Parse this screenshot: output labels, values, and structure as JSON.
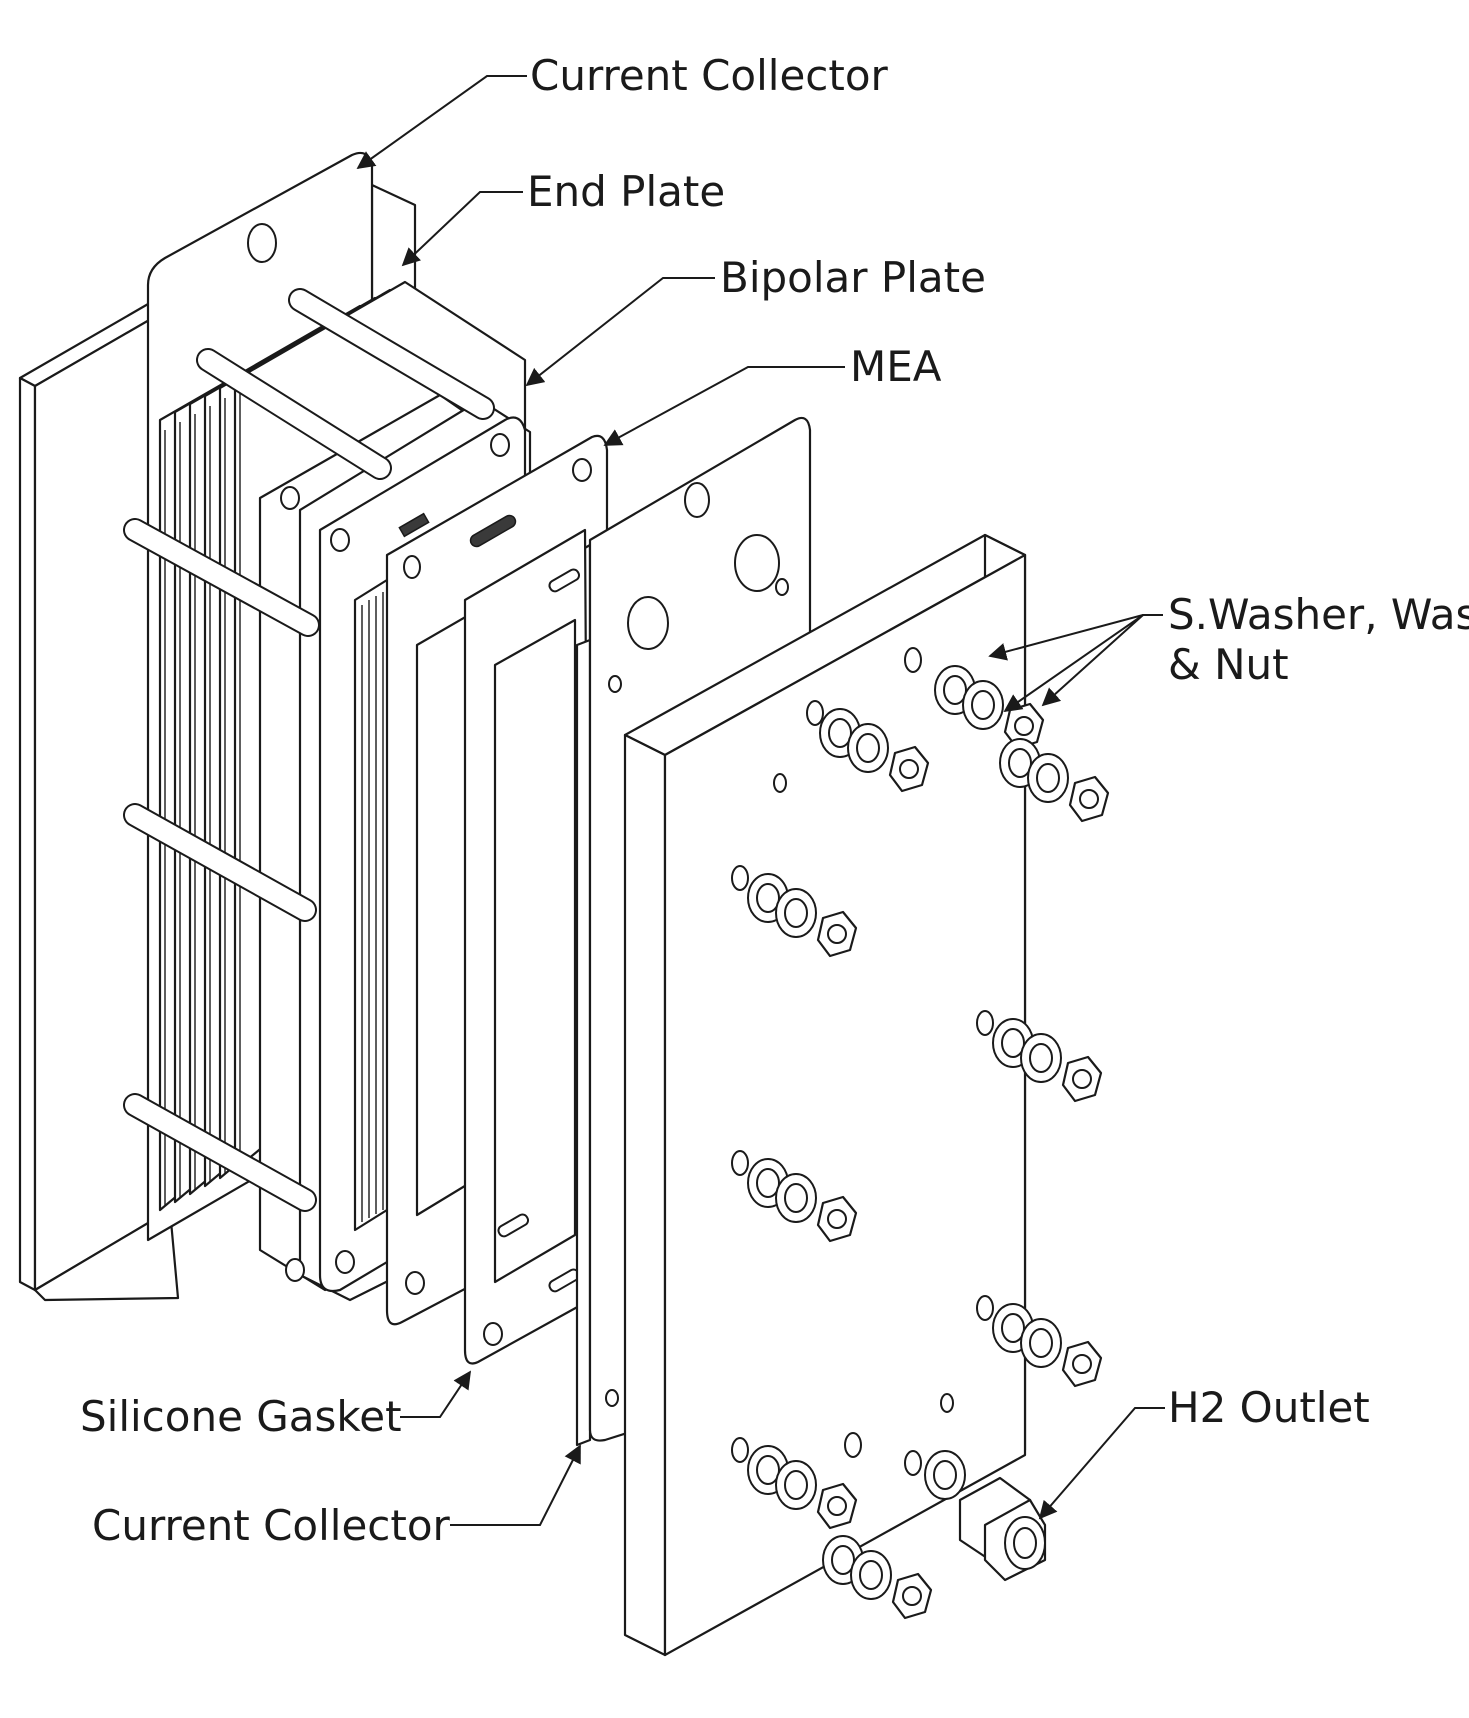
{
  "labels": {
    "current_collector_top": "Current Collector",
    "end_plate": "End Plate",
    "bipolar_plate": "Bipolar Plate",
    "mea": "MEA",
    "washer_nut_line1": "S.Washer, Was",
    "washer_nut_line2": "& Nut",
    "h2_outlet": "H2 Outlet",
    "silicone_gasket": "Silicone Gasket",
    "current_collector_bottom": "Current Collector"
  }
}
